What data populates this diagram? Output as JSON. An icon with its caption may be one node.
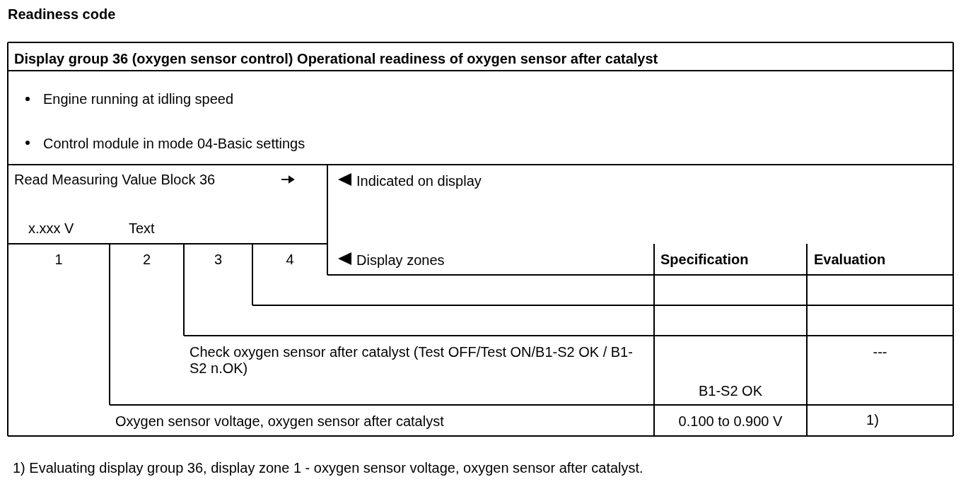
{
  "diagram": {
    "title": "Readiness code",
    "caption": "1) Evaluating display group 36, display zone 1 - oxygen sensor voltage, oxygen sensor after catalyst.",
    "labels": [
      "Display group 36 (oxygen sensor control) Operational readiness of oxygen sensor after catalyst",
      "Engine running at idling speed",
      "Control module in mode 04-Basic settings",
      "Read Measuring Value Block 36",
      "Indicated on display",
      "x.xxx V",
      "Text",
      "1",
      "2",
      "3",
      "4",
      "Display zones",
      "Specification",
      "Evaluation",
      "Check oxygen sensor after catalyst (Test OFF/Test ON/B1-S2 OK / B1-S2 n.OK)",
      "---",
      "B1-S2 OK",
      "Oxygen sensor voltage, oxygen sensor after catalyst",
      "0.100 to 0.900 V",
      "1)"
    ]
  }
}
